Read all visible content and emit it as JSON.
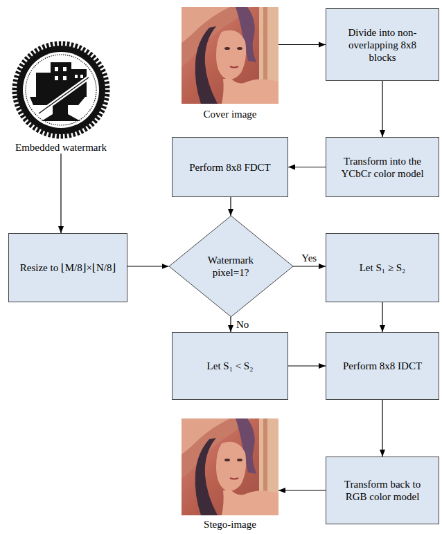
{
  "diagram": {
    "nodes": [
      {
        "text": [
          "Cover image"
        ]
      },
      {
        "text": [
          "Divide into non-overlapping 8x8 blocks"
        ]
      },
      {
        "text": [
          "Embedded watermark"
        ]
      },
      {
        "text": [
          "Perform 8x8 FDCT"
        ]
      },
      {
        "text": [
          "Transform into the YCbCr color model"
        ]
      },
      {
        "text": [
          "Resize to ⌊M/8⌋×⌊N/8⌋"
        ]
      },
      {
        "text": [
          "Watermark pixel=1?"
        ]
      },
      {
        "text": [
          "Let S₁ ≥ S₂"
        ]
      },
      {
        "text": [
          "Let S₁ < S₂"
        ]
      },
      {
        "text": [
          "Perform 8x8 IDCT"
        ]
      },
      {
        "text": [
          "Stego-image"
        ]
      },
      {
        "text": [
          "Transform back to RGB color model"
        ]
      }
    ],
    "edges": [
      {
        "from": 0,
        "to": 1,
        "arrow": "to"
      },
      {
        "from": 1,
        "to": 4,
        "arrow": "to"
      },
      {
        "from": 4,
        "to": 3,
        "arrow": "to"
      },
      {
        "from": 3,
        "to": 6,
        "arrow": "to"
      },
      {
        "from": 2,
        "to": 5,
        "arrow": "to"
      },
      {
        "from": 5,
        "to": 6,
        "arrow": "to"
      },
      {
        "from": 6,
        "to": 7,
        "label": "Yes",
        "arrow": "to"
      },
      {
        "from": 6,
        "to": 8,
        "label": "No",
        "arrow": "to"
      },
      {
        "from": 7,
        "to": 9,
        "arrow": "to"
      },
      {
        "from": 8,
        "to": 9,
        "arrow": "to"
      },
      {
        "from": 9,
        "to": 11,
        "arrow": "to"
      },
      {
        "from": 11,
        "to": 10,
        "arrow": "to"
      }
    ]
  }
}
